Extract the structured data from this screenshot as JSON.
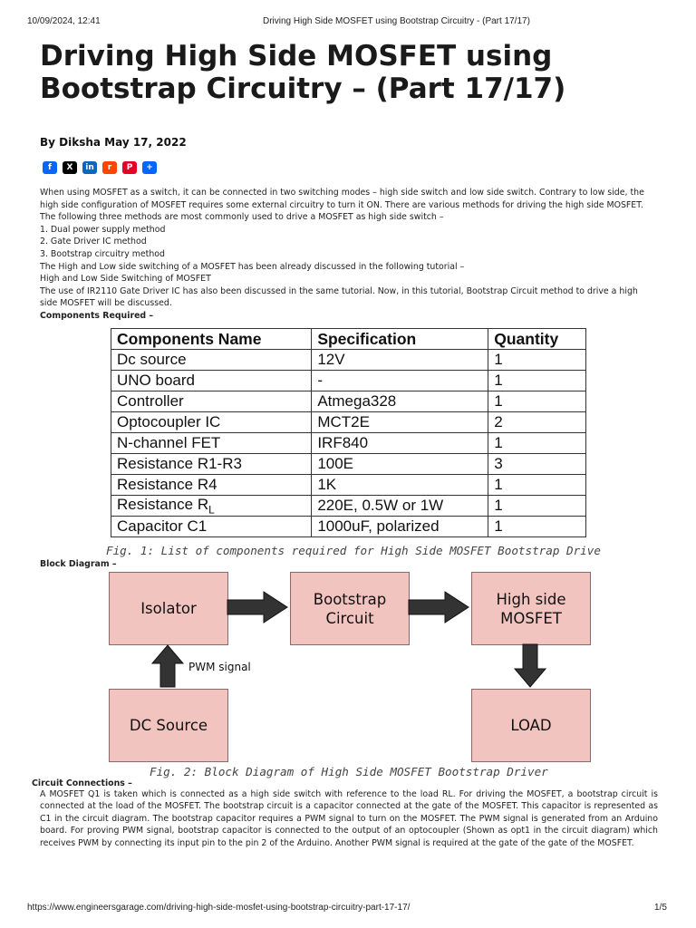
{
  "header": {
    "datetime": "10/09/2024, 12:41",
    "page_title": "Driving High Side MOSFET using Bootstrap Circuitry - (Part 17/17)"
  },
  "article": {
    "title": "Driving High Side MOSFET using Bootstrap Circuitry – (Part 17/17)",
    "byline": "By Diksha May 17, 2022",
    "share_icons": [
      {
        "name": "facebook-icon",
        "glyph": "f",
        "color": "#0866ff"
      },
      {
        "name": "x-icon",
        "glyph": "X",
        "color": "#000000"
      },
      {
        "name": "linkedin-icon",
        "glyph": "in",
        "color": "#0a66c2"
      },
      {
        "name": "reddit-icon",
        "glyph": "r",
        "color": "#ff4500"
      },
      {
        "name": "pinterest-icon",
        "glyph": "P",
        "color": "#e60023"
      },
      {
        "name": "share-plus-icon",
        "glyph": "+",
        "color": "#0166ff"
      }
    ],
    "intro": "When using MOSFET as a switch, it can be connected in two switching modes – high side switch and low side switch. Contrary to low side, the high side configuration of MOSFET requires some external circuitry to turn it ON. There are various methods for driving the high side MOSFET. The following three methods are most commonly used to drive a MOSFET as high side switch –",
    "methods": [
      "1. Dual power supply method",
      "2. Gate Driver IC method",
      "3. Bootstrap circuitry method"
    ],
    "tutorial_note": "The High and Low side switching of a MOSFET has been already discussed in the following tutorial –",
    "tutorial_link": "High and Low Side Switching of MOSFET",
    "ir2110_note": "The use of IR2110 Gate Driver IC has also been discussed in the same tutorial. Now, in this tutorial, Bootstrap Circuit method to drive a high side MOSFET will be discussed.",
    "components_heading": "Components Required –",
    "components_table": {
      "headers": [
        "Components Name",
        "Specification",
        "Quantity"
      ],
      "rows": [
        [
          "Dc source",
          "12V",
          "1"
        ],
        [
          "UNO board",
          "-",
          "1"
        ],
        [
          "Controller",
          "Atmega328",
          "1"
        ],
        [
          "Optocoupler IC",
          "MCT2E",
          "2"
        ],
        [
          "N-channel FET",
          "IRF840",
          "1"
        ],
        [
          "Resistance R1-R3",
          "100E",
          "3"
        ],
        [
          "Resistance R4",
          "1K",
          "1"
        ],
        [
          "Resistance RL",
          "220E, 0.5W or 1W",
          "1"
        ],
        [
          "Capacitor C1",
          "1000uF, polarized",
          "1"
        ]
      ]
    },
    "fig1_caption": "Fig. 1: List of components required for High Side MOSFET Bootstrap Drive",
    "block_heading": "Block Diagram –",
    "diagram": {
      "isolator": "Isolator",
      "bootstrap": "Bootstrap\nCircuit",
      "mosfet": "High side\nMOSFET",
      "dc_source": "DC Source",
      "load": "LOAD",
      "pwm_label": "PWM signal",
      "block_color": "#f2c4c0"
    },
    "fig2_caption": "Fig. 2: Block Diagram of High Side MOSFET Bootstrap Driver",
    "circuit_heading": "Circuit Connections –",
    "circuit_text": "A MOSFET Q1 is taken which is connected as a high side switch with reference to the load RL. For driving the MOSFET, a bootstrap circuit is connected at the load of the MOSFET. The bootstrap circuit is a capacitor connected at the gate of the MOSFET. This capacitor is represented as C1 in the circuit diagram. The bootstrap capacitor requires a PWM signal to turn on the MOSFET. The PWM signal is generated from an Arduino board. For proving PWM signal, bootstrap capacitor is connected to the output of an optocoupler (Shown as opt1 in the circuit diagram) which receives PWM by connecting its input pin to the pin 2 of the Arduino. Another PWM signal is required at the gate of the gate of the MOSFET."
  },
  "footer": {
    "url": "https://www.engineersgarage.com/driving-high-side-mosfet-using-bootstrap-circuitry-part-17-17/",
    "page_num": "1/5"
  }
}
